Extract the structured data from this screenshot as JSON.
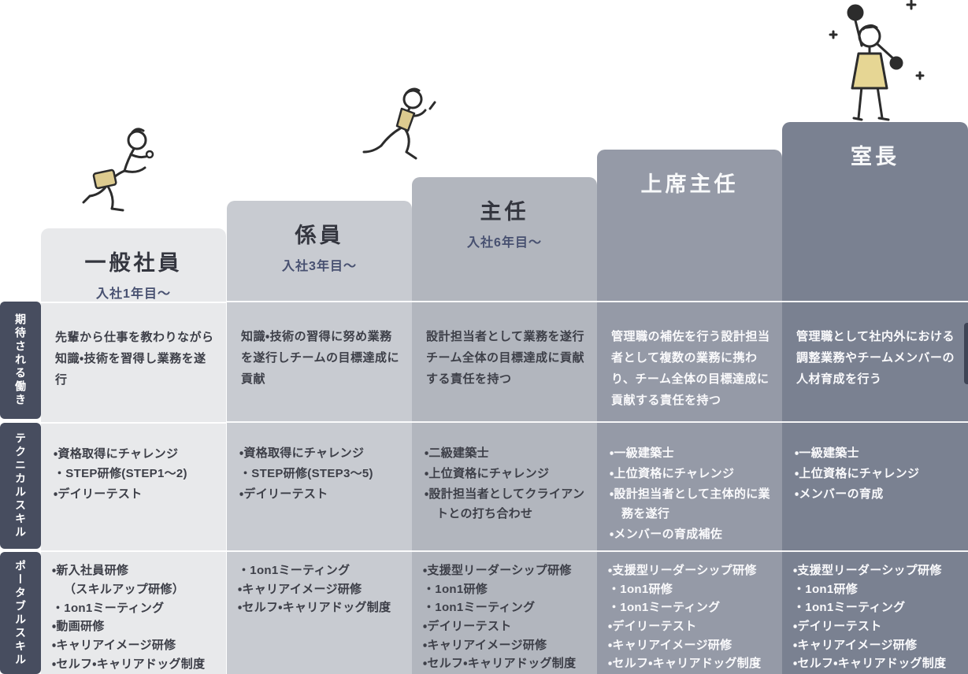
{
  "colors": {
    "sidebar_bg": "#474d5f",
    "column_bgs": [
      "#e8e9eb",
      "#c8cbd1",
      "#b2b6be",
      "#959aa7",
      "#7a8191"
    ],
    "divider": "#ffffff",
    "dark_text": "#3d3f48",
    "light_text": "#fafafc",
    "subtitle_text": "#475070",
    "illustration_accent": "#ddcb8f"
  },
  "sidebar": {
    "rows": [
      {
        "label": "期待される働き"
      },
      {
        "label": "テクニカルスキル"
      },
      {
        "label": "ポータブルスキル"
      }
    ]
  },
  "columns": [
    {
      "title": "一般社員",
      "subtitle": "入社1年目～",
      "expected_work": "先輩から仕事を教わりながら知識・技術を習得し業務を遂行",
      "technical_skills": [
        "・資格取得にチャレンジ",
        "・STEP研修(STEP1～2)",
        "・デイリーテスト"
      ],
      "portable_skills": [
        "・新入社員研修\n（スキルアップ研修）",
        "・1on1ミーティング",
        "・動画研修",
        "・キャリアイメージ研修",
        "・セルフ・キャリアドッグ制度"
      ]
    },
    {
      "title": "係員",
      "subtitle": "入社3年目～",
      "expected_work": "知識・技術の習得に努め業務を遂行しチームの目標達成に貢献",
      "technical_skills": [
        "・資格取得にチャレンジ",
        "・STEP研修(STEP3～5)",
        "・デイリーテスト"
      ],
      "portable_skills": [
        "・1on1ミーティング",
        "・キャリアイメージ研修",
        "・セルフ・キャリアドッグ制度"
      ]
    },
    {
      "title": "主任",
      "subtitle": "入社6年目～",
      "expected_work": "設計担当者として業務を遂行\nチーム全体の目標達成に貢献する責任を持つ",
      "technical_skills": [
        "・二級建築士",
        "・上位資格にチャレンジ",
        "・設計担当者としてクライアントとの打ち合わせ"
      ],
      "portable_skills": [
        "・支援型リーダーシップ研修",
        "・1on1研修",
        "・1on1ミーティング",
        "・デイリーテスト",
        "・キャリアイメージ研修",
        "・セルフ・キャリアドッグ制度"
      ]
    },
    {
      "title": "上席主任",
      "subtitle": "",
      "expected_work": "管理職の補佐を行う設計担当者として複数の業務に携わり、チーム全体の目標達成に貢献する責任を持つ",
      "technical_skills": [
        "・一級建築士",
        "・上位資格にチャレンジ",
        "・設計担当者として主体的に業務を遂行",
        "・メンバーの育成補佐"
      ],
      "portable_skills": [
        "・支援型リーダーシップ研修",
        "・1on1研修",
        "・1on1ミーティング",
        "・デイリーテスト",
        "・キャリアイメージ研修",
        "・セルフ・キャリアドッグ制度"
      ]
    },
    {
      "title": "室長",
      "subtitle": "",
      "expected_work": "管理職として社内外における調整業務やチームメンバーの人材育成を行う",
      "technical_skills": [
        "・一級建築士",
        "・上位資格にチャレンジ",
        "・メンバーの育成"
      ],
      "portable_skills": [
        "・支援型リーダーシップ研修",
        "・1on1研修",
        "・1on1ミーティング",
        "・デイリーテスト",
        "・キャリアイメージ研修",
        "・セルフ・キャリアドッグ制度"
      ]
    }
  ],
  "illustrations": [
    {
      "name": "running-person-with-briefcase-illustration",
      "position": "above-column-1"
    },
    {
      "name": "running-person-illustration",
      "position": "above-column-3"
    },
    {
      "name": "cheering-person-with-raised-fists-illustration",
      "position": "above-column-5"
    }
  ]
}
